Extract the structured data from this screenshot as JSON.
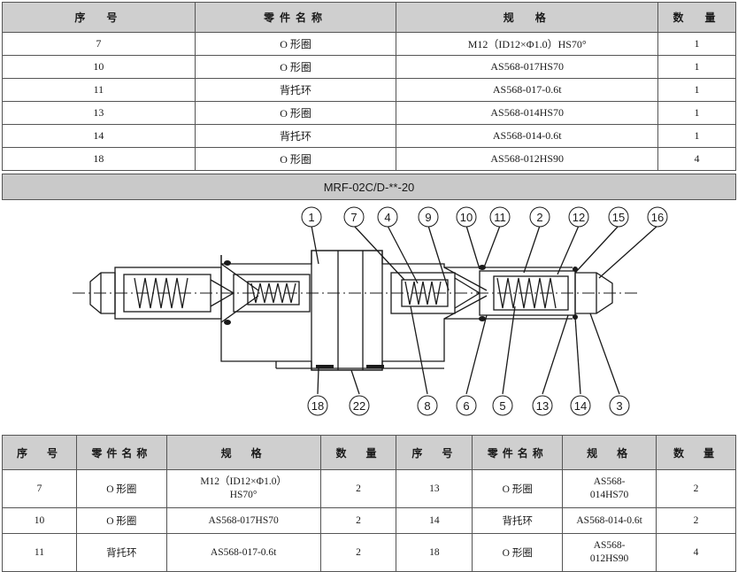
{
  "top_table": {
    "headers": [
      "序　号",
      "零件名称",
      "规　格",
      "数　量"
    ],
    "rows": [
      [
        "7",
        "O 形圈",
        "M12（ID12×Φ1.0）HS70°",
        "1"
      ],
      [
        "10",
        "O 形圈",
        "AS568-017HS70",
        "1"
      ],
      [
        "11",
        "背托环",
        "AS568-017-0.6t",
        "1"
      ],
      [
        "13",
        "O 形圈",
        "AS568-014HS70",
        "1"
      ],
      [
        "14",
        "背托环",
        "AS568-014-0.6t",
        "1"
      ],
      [
        "18",
        "O 形圈",
        "AS568-012HS90",
        "4"
      ]
    ]
  },
  "model_banner": "MRF-02C/D-**-20",
  "callouts": {
    "top": [
      "1",
      "7",
      "4",
      "9",
      "10",
      "11",
      "2",
      "12",
      "15",
      "16"
    ],
    "bottom": [
      "18",
      "22",
      "8",
      "6",
      "5",
      "13",
      "14",
      "3"
    ]
  },
  "bottom_table": {
    "headers": [
      "序　号",
      "零件名称",
      "规　格",
      "数　量",
      "序　号",
      "零件名称",
      "规　格",
      "数　量"
    ],
    "rows": [
      {
        "no_l": "7",
        "name_l": "O 形圈",
        "spec_l_1": "M12（ID12×Φ1.0）",
        "spec_l_2": "HS70°",
        "qty_l": "2",
        "no_r": "13",
        "name_r": "O 形圈",
        "spec_r_1": "AS568-",
        "spec_r_2": "014HS70",
        "qty_r": "2"
      },
      {
        "no_l": "10",
        "name_l": "O 形圈",
        "spec_l_1": "AS568-017HS70",
        "spec_l_2": "",
        "qty_l": "2",
        "no_r": "14",
        "name_r": "背托环",
        "spec_r_1": "AS568-014-0.6t",
        "spec_r_2": "",
        "qty_r": "2"
      },
      {
        "no_l": "11",
        "name_l": "背托环",
        "spec_l_1": "AS568-017-0.6t",
        "spec_l_2": "",
        "qty_l": "2",
        "no_r": "18",
        "name_r": "O 形圈",
        "spec_r_1": "AS568-",
        "spec_r_2": "012HS90",
        "qty_r": "4"
      }
    ]
  }
}
